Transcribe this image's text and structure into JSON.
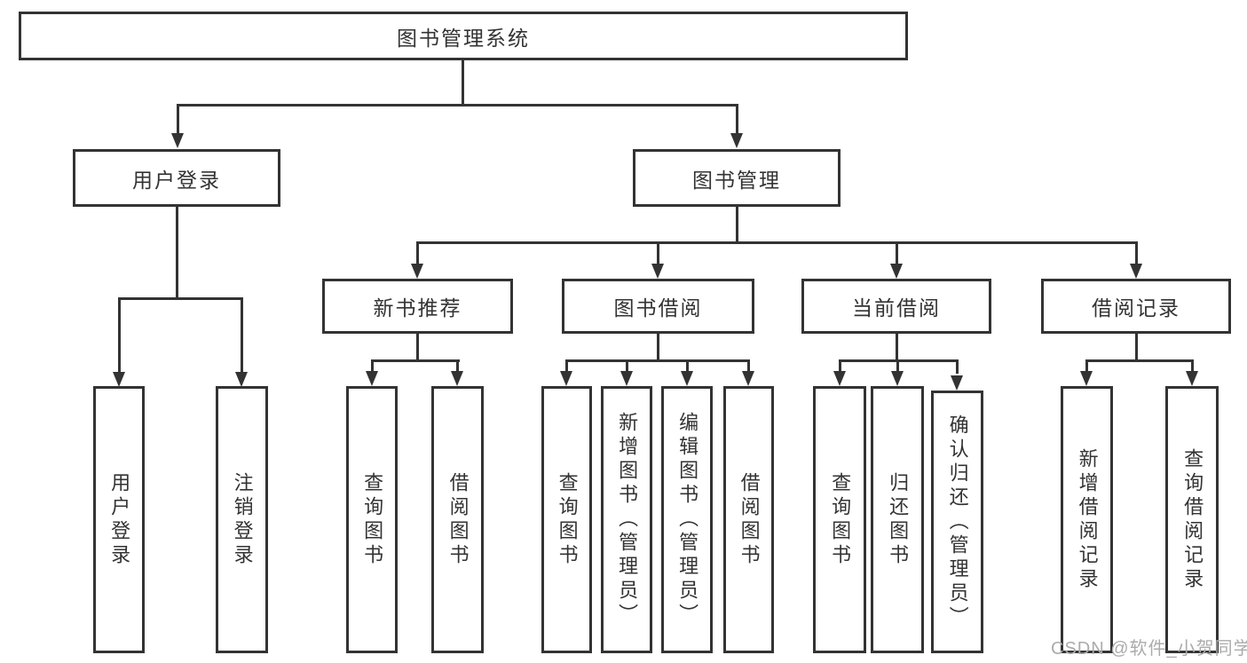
{
  "diagram": {
    "root": {
      "label": "图书管理系统"
    },
    "branches": [
      {
        "label": "用户登录",
        "children": [
          {
            "label": "用户登录"
          },
          {
            "label": "注销登录"
          }
        ]
      },
      {
        "label": "图书管理",
        "children": [
          {
            "label": "新书推荐",
            "children": [
              {
                "label": "查询图书"
              },
              {
                "label": "借阅图书"
              }
            ]
          },
          {
            "label": "图书借阅",
            "children": [
              {
                "label": "查询图书"
              },
              {
                "label": "新增图书（管理员）"
              },
              {
                "label": "编辑图书（管理员）"
              },
              {
                "label": "借阅图书"
              }
            ]
          },
          {
            "label": "当前借阅",
            "children": [
              {
                "label": "查询图书"
              },
              {
                "label": "归还图书"
              },
              {
                "label": "确认归还（管理员）"
              }
            ]
          },
          {
            "label": "借阅记录",
            "children": [
              {
                "label": "新增借阅记录"
              },
              {
                "label": "查询借阅记录"
              }
            ]
          }
        ]
      }
    ]
  },
  "watermark": {
    "text": "CSDN @软件_小贺同学"
  },
  "colors": {
    "line": "#333333",
    "text": "#333333",
    "watermark": "#ababab",
    "background": "#ffffff"
  }
}
